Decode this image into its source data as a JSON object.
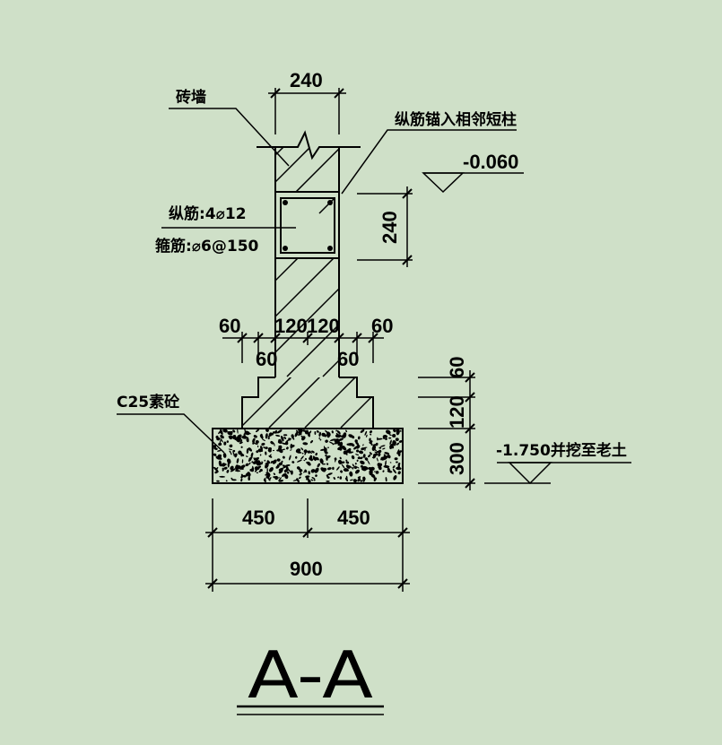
{
  "labels": {
    "brick_wall": "砖墙",
    "rebar_anchor": "纵筋锚入相邻短柱",
    "long_rebar": "纵筋:4⌀12",
    "stirrup": "箍筋:⌀6@150",
    "concrete": "C25素砼",
    "elev_top": "-0.060",
    "elev_bottom": "-1.750并挖至老土"
  },
  "dimensions": {
    "wall_width": "240",
    "beam_height": "240",
    "left_offset": "60",
    "left_half": "120",
    "right_half": "120",
    "right_offset": "60",
    "step_left": "60",
    "step_right": "60",
    "h_step": "60",
    "h_base": "120",
    "h_pad": "300",
    "pad_left": "450",
    "pad_right": "450",
    "pad_total": "900"
  },
  "title": "A-A",
  "colors": {
    "background": "#cfe0c8",
    "line": "#000000"
  }
}
